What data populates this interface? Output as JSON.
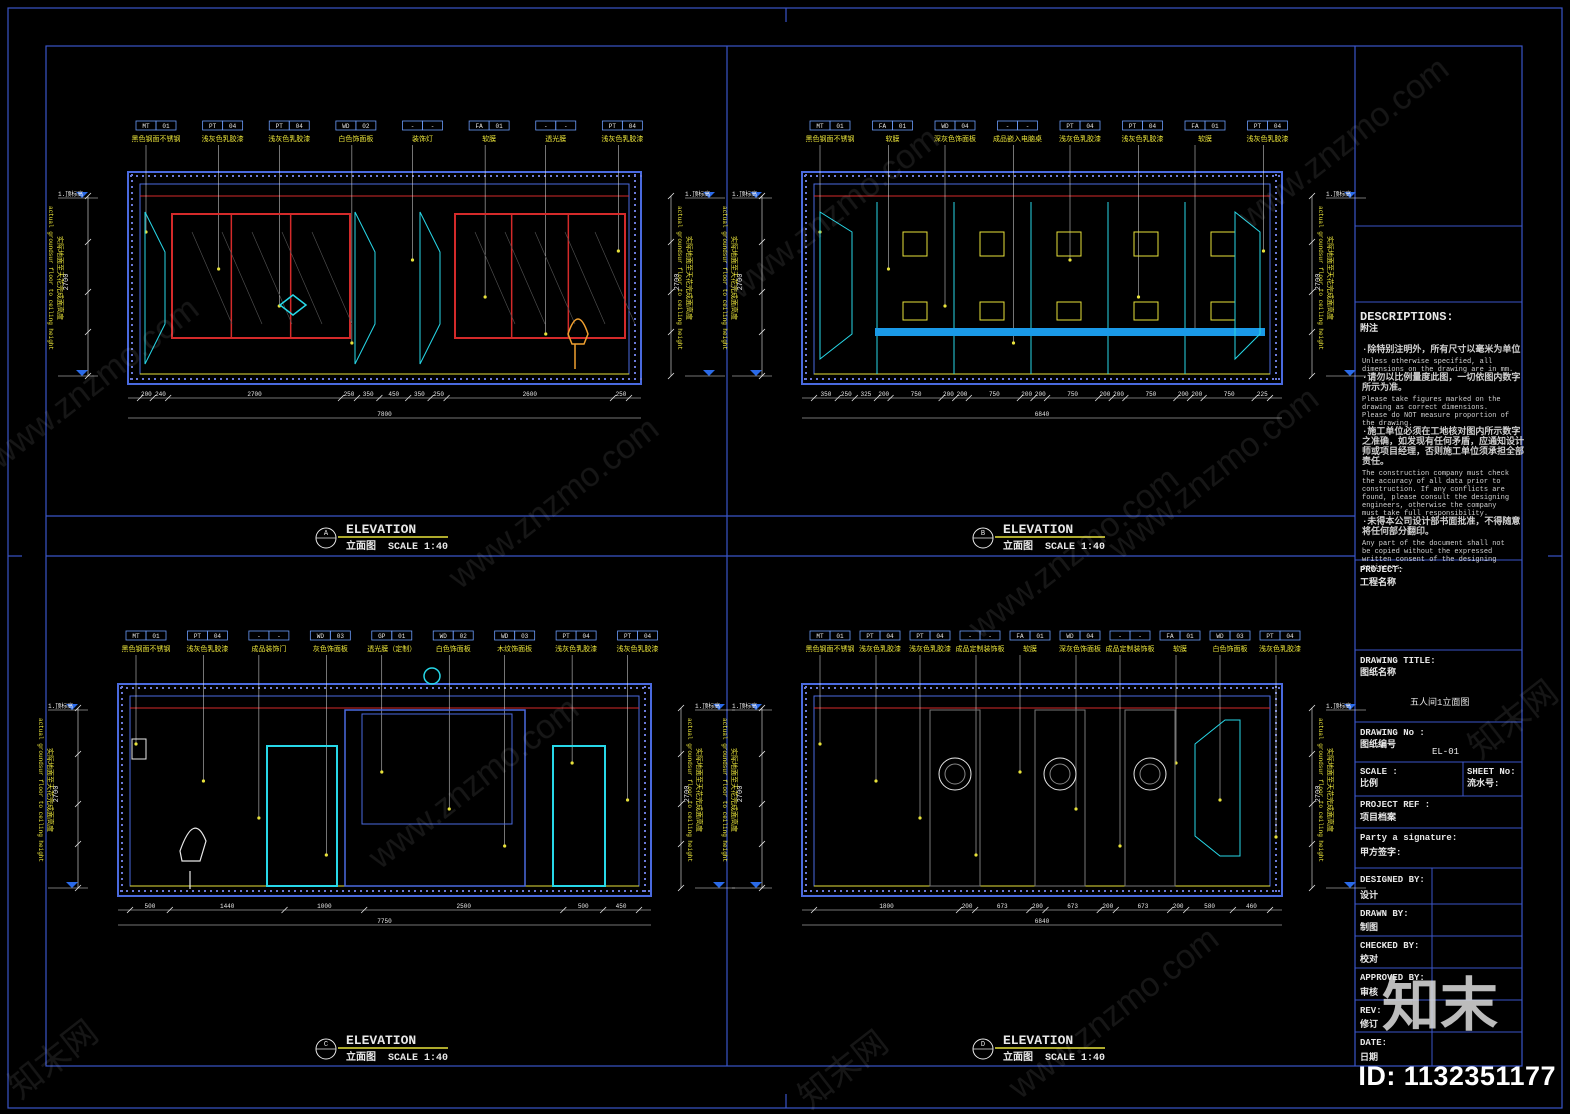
{
  "elevations": [
    {
      "id": "A",
      "title": "ELEVATION",
      "subtitle": "立面图",
      "scale": "SCALE 1:40",
      "callouts": [
        [
          "MT",
          "01",
          "黑色钢面不锈钢"
        ],
        [
          "PT",
          "04",
          "浅灰色乳胶漆"
        ],
        [
          "PT",
          "04",
          "浅灰色乳胶漆"
        ],
        [
          "WD",
          "02",
          "白色饰面板"
        ],
        [
          "-",
          "-",
          "装饰灯"
        ],
        [
          "FA",
          "01",
          "软膜"
        ],
        [
          "-",
          "-",
          "透光膜"
        ],
        [
          "PT",
          "04",
          "浅灰色乳胶漆"
        ]
      ],
      "dims": [
        "200",
        "240",
        "2700",
        "250",
        "350",
        "450",
        "350",
        "250",
        "2600",
        "250"
      ],
      "total": "7800"
    },
    {
      "id": "B",
      "title": "ELEVATION",
      "subtitle": "立面图",
      "scale": "SCALE 1:40",
      "callouts": [
        [
          "MT",
          "01",
          "黑色钢面不锈钢"
        ],
        [
          "FA",
          "01",
          "软膜"
        ],
        [
          "WD",
          "04",
          "深灰色饰面板"
        ],
        [
          "-",
          "-",
          "成品嵌入电脑桌"
        ],
        [
          "PT",
          "04",
          "浅灰色乳胶漆"
        ],
        [
          "PT",
          "04",
          "浅灰色乳胶漆"
        ],
        [
          "FA",
          "01",
          "软膜"
        ],
        [
          "PT",
          "04",
          "浅灰色乳胶漆"
        ]
      ],
      "dims": [
        "350",
        "250",
        "325",
        "200",
        "750",
        "200",
        "200",
        "750",
        "200",
        "200",
        "750",
        "200",
        "200",
        "750",
        "200",
        "200",
        "750",
        "225"
      ],
      "total": "6840"
    },
    {
      "id": "C",
      "title": "ELEVATION",
      "subtitle": "立面图",
      "scale": "SCALE 1:40",
      "callouts": [
        [
          "MT",
          "01",
          "黑色钢面不锈钢"
        ],
        [
          "PT",
          "04",
          "浅灰色乳胶漆"
        ],
        [
          "-",
          "-",
          "成品装饰门"
        ],
        [
          "WD",
          "03",
          "灰色饰面板"
        ],
        [
          "GP",
          "01",
          "透光膜（定制）"
        ],
        [
          "WD",
          "02",
          "白色饰面板"
        ],
        [
          "WD",
          "03",
          "木纹饰面板"
        ],
        [
          "PT",
          "04",
          "浅灰色乳胶漆"
        ],
        [
          "PT",
          "04",
          "浅灰色乳胶漆"
        ]
      ],
      "dims": [
        "500",
        "1440",
        "1000",
        "2500",
        "500",
        "450"
      ],
      "total": "7750"
    },
    {
      "id": "D",
      "title": "ELEVATION",
      "subtitle": "立面图",
      "scale": "SCALE 1:40",
      "callouts": [
        [
          "MT",
          "01",
          "黑色钢面不锈钢"
        ],
        [
          "PT",
          "04",
          "浅灰色乳胶漆"
        ],
        [
          "PT",
          "04",
          "浅灰色乳胶漆"
        ],
        [
          "-",
          "-",
          "成品定制装饰板"
        ],
        [
          "FA",
          "01",
          "软膜"
        ],
        [
          "WD",
          "04",
          "深灰色饰面板"
        ],
        [
          "-",
          "-",
          "成品定制装饰板"
        ],
        [
          "FA",
          "01",
          "软膜"
        ],
        [
          "WD",
          "03",
          "白色饰面板"
        ],
        [
          "PT",
          "04",
          "浅灰色乳胶漆"
        ]
      ],
      "dims": [
        "1800",
        "200",
        "673",
        "200",
        "673",
        "200",
        "673",
        "200",
        "580",
        "460"
      ],
      "total": "6840"
    }
  ],
  "height_labels": {
    "level": "1.顶标高",
    "side_cn": "实际地面至天花完成面高度",
    "side_en": "actual groundsur floor to ceiling height",
    "overall": "2700"
  },
  "title_block": {
    "descriptions_heading": "DESCRIPTIONS:",
    "descriptions_cn": "附注",
    "notes": [
      "·除特别注明外，所有尺寸以毫米为单位",
      "Unless otherwise specified, all dimensions on the drawing are in mm.",
      "·请勿以比例量度此图，一切依图内数字所示为准。",
      "Please take figures marked on the drawing as correct dimensions. Please do NOT measure proportion of the drawing.",
      "·施工单位必须在工地核对图内所示数字之准确，如发现有任何矛盾，应通知设计师或项目经理，否则施工单位须承担全部责任。",
      "The construction company must check the accuracy of all data prior to construction. If any conflicts are found, please consult the designing engineers, otherwise the company must take full responsibility.",
      "·未得本公司设计部书面批准，不得随意将任何部分翻印。",
      "Any part of the document shall not be copied without the expressed written consent of the designing engineers."
    ],
    "project_label": "PROJECT:",
    "project_value": "工程名称",
    "drawing_title_label": "DRAWING  TITLE:",
    "drawing_title_cn": "图纸名称",
    "drawing_title_value": "五人间1立面图",
    "drawing_no_label": "DRAWING No :",
    "drawing_no_cn": "图纸编号",
    "drawing_no_value": "EL-01",
    "scale_label": "SCALE :",
    "scale_cn": "比例",
    "sheet_label": "SHEET No:",
    "sheet_cn": "流水号:",
    "project_ref_label": "PROJECT REF :",
    "project_ref_cn": "项目档案",
    "party_label": "Party a signature:",
    "party_cn": "甲方签字:",
    "designed_label": "DESIGNED BY:",
    "designed_cn": "设计",
    "drawn_label": "DRAWN BY:",
    "drawn_cn": "制图",
    "checked_label": "CHECKED BY:",
    "checked_cn": "校对",
    "approved_label": "APPROVED BY:",
    "approved_cn": "审核",
    "rev_label": "REV:",
    "rev_cn": "修订",
    "date_label": "DATE:",
    "date_cn": "日期"
  },
  "watermark": {
    "site": "www.znzmo.com",
    "site_cn": "知末网",
    "logo": "知末",
    "id_text": "ID: 1132351177"
  },
  "colors": {
    "frame": "#3a55c8",
    "wall": "#4a6adf",
    "yellow": "#e8e23a",
    "red": "#d42a2a",
    "cyan": "#27d8e8",
    "white": "#e8e8e8",
    "blue_bar": "#1a9ae8"
  }
}
